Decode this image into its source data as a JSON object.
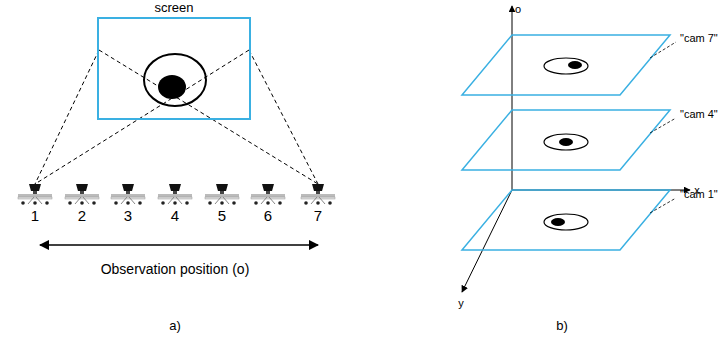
{
  "diagram": {
    "nodes": [
      {
        "text": [
          "screen"
        ]
      }
    ],
    "labels": [
      "1",
      "2",
      "3",
      "4",
      "5",
      "6",
      "7",
      "Observation position (o)",
      "a)",
      "o",
      "x",
      "y",
      "\"cam 7\"",
      "\"cam 4\"",
      "\"cam 1\"",
      "b)"
    ]
  }
}
